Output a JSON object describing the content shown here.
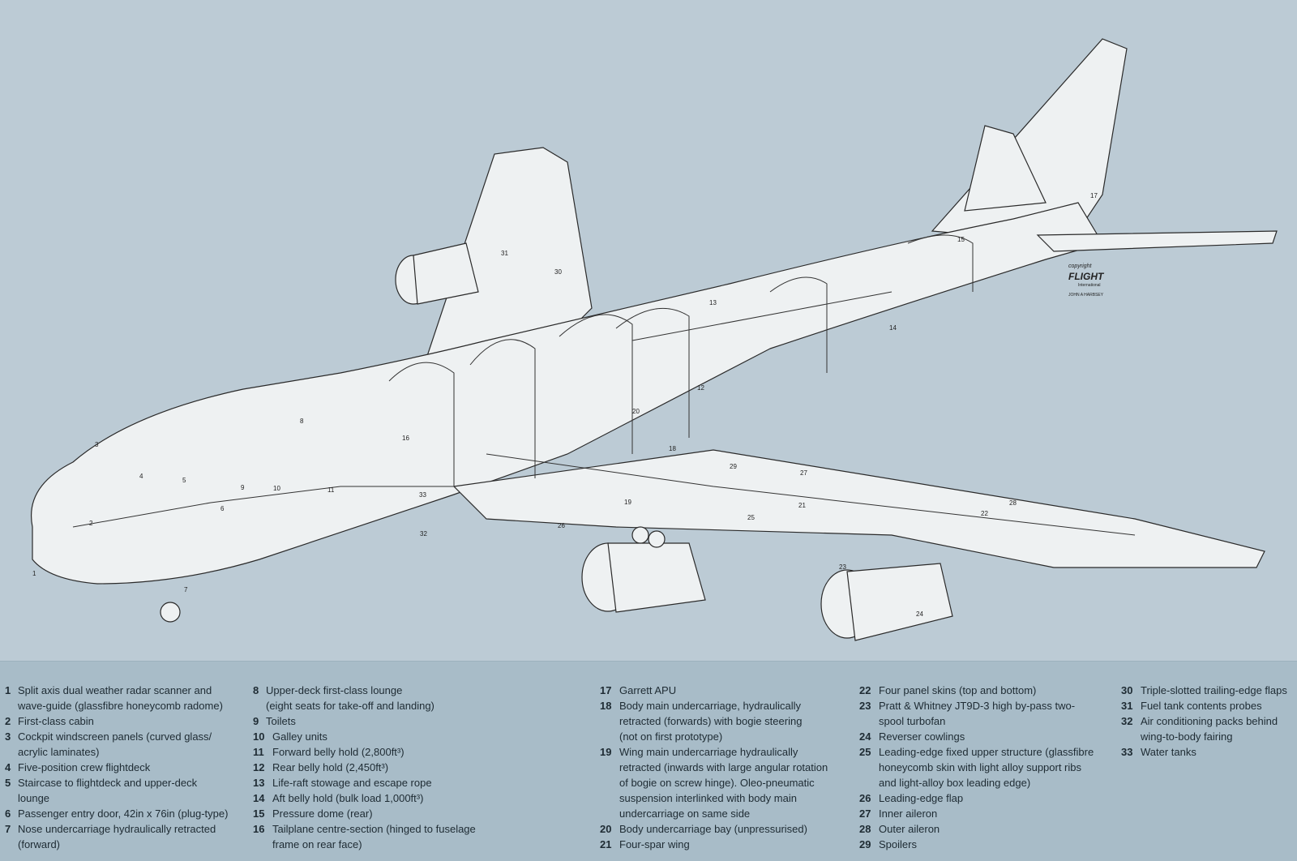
{
  "credit": {
    "copyright": "copyright",
    "brand": "FLIGHT",
    "brand_sub": "International",
    "artist": "JOHN A HARBSEY"
  },
  "callout_numbers": [
    "1",
    "2",
    "3",
    "4",
    "5",
    "6",
    "7",
    "8",
    "9",
    "10",
    "11",
    "12",
    "13",
    "14",
    "15",
    "16",
    "17",
    "18",
    "19",
    "20",
    "21",
    "22",
    "23",
    "24",
    "25",
    "26",
    "27",
    "28",
    "29",
    "30",
    "31",
    "32",
    "33"
  ],
  "legend": {
    "col1": [
      {
        "n": "1",
        "t": "Split axis dual weather radar scanner and\nwave-guide (glassfibre honeycomb radome)"
      },
      {
        "n": "2",
        "t": "First-class cabin"
      },
      {
        "n": "3",
        "t": "Cockpit windscreen panels (curved glass/\nacrylic laminates)"
      },
      {
        "n": "4",
        "t": "Five-position crew flightdeck"
      },
      {
        "n": "5",
        "t": "Staircase to flightdeck and upper-deck\nlounge"
      },
      {
        "n": "6",
        "t": "Passenger entry door, 42in x 76in (plug-type)"
      },
      {
        "n": "7",
        "t": "Nose undercarriage hydraulically retracted\n(forward)"
      }
    ],
    "col2": [
      {
        "n": "8",
        "t": "Upper-deck first-class lounge\n(eight seats for take-off and landing)"
      },
      {
        "n": "9",
        "t": "Toilets"
      },
      {
        "n": "10",
        "t": "Galley units"
      },
      {
        "n": "11",
        "t": "Forward belly hold (2,800ft³)"
      },
      {
        "n": "12",
        "t": "Rear belly hold (2,450ft³)"
      },
      {
        "n": "13",
        "t": "Life-raft stowage and escape rope"
      },
      {
        "n": "14",
        "t": "Aft belly hold (bulk load 1,000ft³)"
      },
      {
        "n": "15",
        "t": "Pressure dome (rear)"
      },
      {
        "n": "16",
        "t": "Tailplane centre-section (hinged to fuselage\nframe on rear face)"
      }
    ],
    "col3": [
      {
        "n": "17",
        "t": "Garrett APU"
      },
      {
        "n": "18",
        "t": "Body main undercarriage, hydraulically\nretracted (forwards) with bogie steering\n(not on first prototype)"
      },
      {
        "n": "19",
        "t": "Wing main undercarriage hydraulically\nretracted (inwards with large angular rotation\nof bogie on screw hinge). Oleo-pneumatic\nsuspension interlinked with body main\nundercarriage on same side"
      },
      {
        "n": "20",
        "t": "Body undercarriage bay (unpressurised)"
      },
      {
        "n": "21",
        "t": "Four-spar wing"
      }
    ],
    "col4": [
      {
        "n": "22",
        "t": "Four panel skins (top and bottom)"
      },
      {
        "n": "23",
        "t": "Pratt & Whitney JT9D-3 high by-pass two-\nspool turbofan"
      },
      {
        "n": "24",
        "t": "Reverser cowlings"
      },
      {
        "n": "25",
        "t": "Leading-edge fixed upper structure (glassfibre\nhoneycomb skin with light alloy support ribs\nand light-alloy box leading edge)"
      },
      {
        "n": "26",
        "t": "Leading-edge flap"
      },
      {
        "n": "27",
        "t": "Inner aileron"
      },
      {
        "n": "28",
        "t": "Outer aileron"
      },
      {
        "n": "29",
        "t": "Spoilers"
      }
    ],
    "col5": [
      {
        "n": "30",
        "t": "Triple-slotted trailing-edge flaps"
      },
      {
        "n": "31",
        "t": "Fuel tank contents probes"
      },
      {
        "n": "32",
        "t": "Air conditioning packs behind\nwing-to-body fairing"
      },
      {
        "n": "33",
        "t": "Water tanks"
      }
    ]
  }
}
